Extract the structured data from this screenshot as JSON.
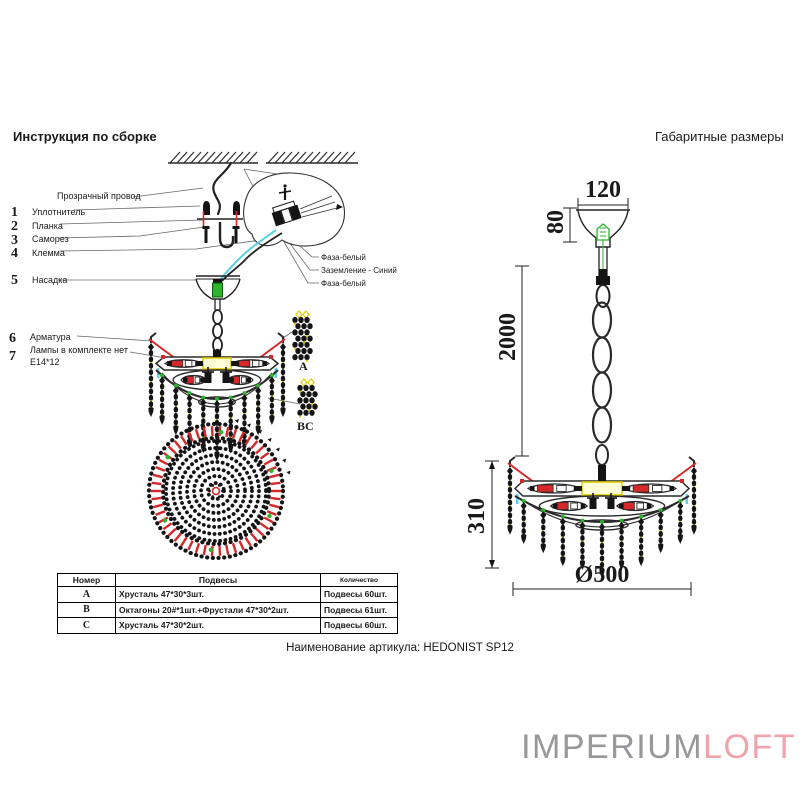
{
  "titles": {
    "assembly": "Инструкция по сборке",
    "dimensions": "Габаритные размеры"
  },
  "assembly": {
    "wire_label": "Прозрачный провод",
    "items": [
      {
        "num": "1",
        "label": "Уплотнитель"
      },
      {
        "num": "2",
        "label": "Планка"
      },
      {
        "num": "3",
        "label": "Саморез"
      },
      {
        "num": "4",
        "label": "Клемма"
      },
      {
        "num": "5",
        "label": "Насадка"
      },
      {
        "num": "6",
        "label": "Арматура"
      },
      {
        "num": "7",
        "label": "Лампы в комплекте нет",
        "sublabel": "E14*12"
      }
    ],
    "wire_callouts": [
      "Фаза-белый",
      "Заземление - Синий",
      "Фаза-белый"
    ],
    "strand_labels": {
      "a": "A",
      "bc": "BC"
    }
  },
  "dimensions": {
    "canopy_width": "120",
    "canopy_height": "80",
    "chain_length": "2000",
    "body_height": "310",
    "diameter": "Ø500"
  },
  "table": {
    "headers": [
      "Номер",
      "Подвесы",
      "Количество"
    ],
    "rows": [
      {
        "num": "A",
        "desc": "Хрусталь 47*30*3шт.",
        "qty": "Подвесы 60шт."
      },
      {
        "num": "B",
        "desc": "Октагоны 20#*1шт.+Фрустали 47*30*2шт.",
        "qty": "Подвесы 61шт."
      },
      {
        "num": "C",
        "desc": "Хрусталь 47*30*2шт.",
        "qty": "Подвесы 60шт."
      }
    ]
  },
  "caption": "Наименование артикула: HEDONIST SP12",
  "logo": {
    "gray_part": "IMPERIUM",
    "accent_part": "LOFT"
  },
  "colors": {
    "logo_gray": "#97989c",
    "logo_pink": "#f0a3ab",
    "accent_red": "#d62828",
    "accent_green": "#2db32d",
    "accent_cyan": "#5bd0e8",
    "accent_yellow": "#e0cc00",
    "crystal_black": "#141414",
    "line": "#2a2a2a",
    "leader": "#666666",
    "lamp_yellow_fill": "#ffffd8"
  }
}
